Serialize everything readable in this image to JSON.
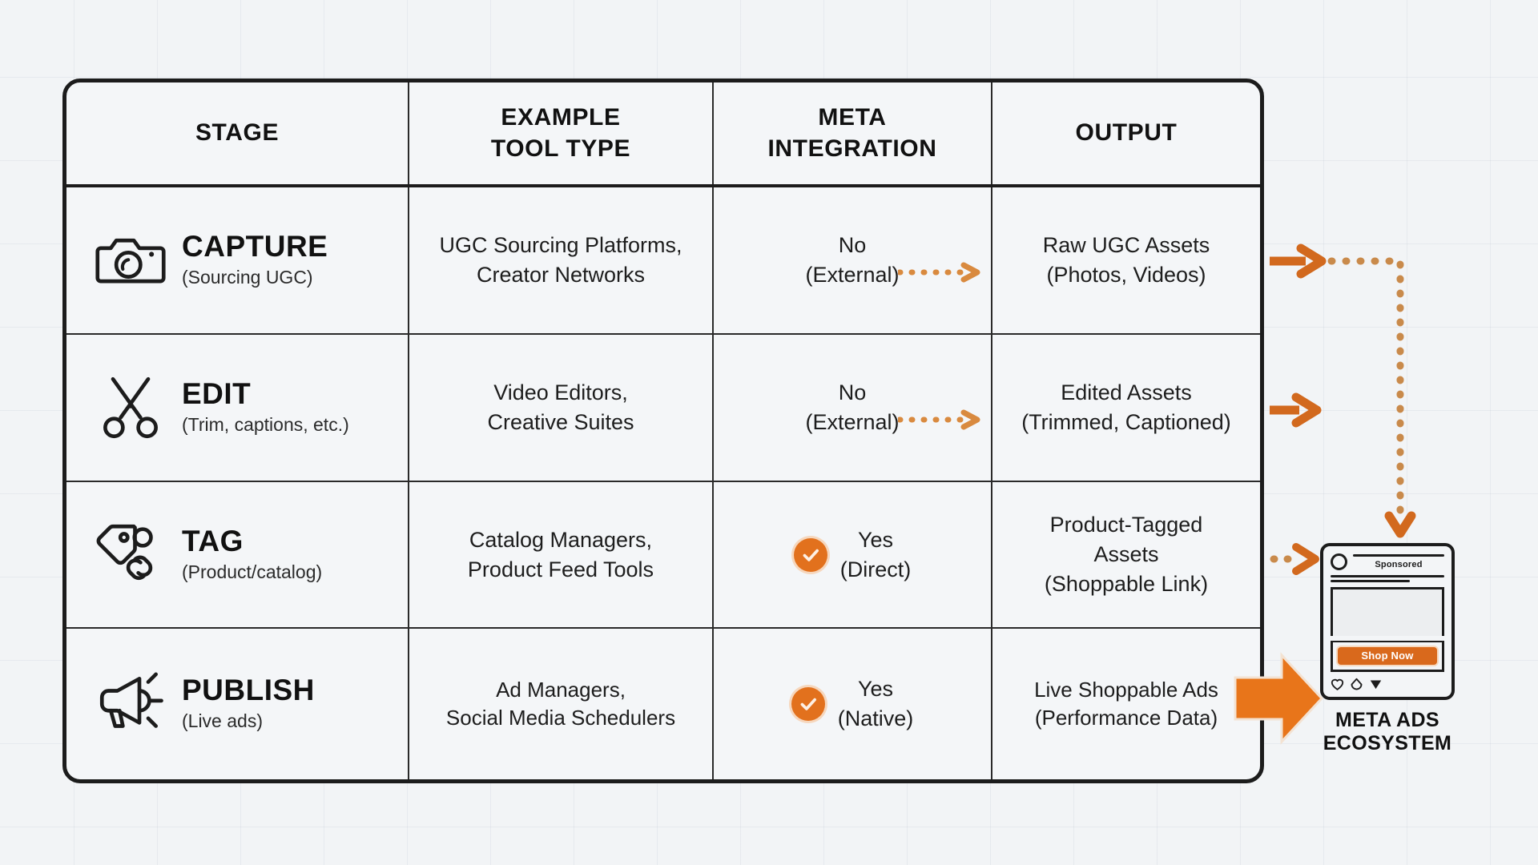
{
  "diagram": {
    "title_present": false,
    "accent_color": "#e2711d",
    "dotted_color": "#d98a3f",
    "ink_color": "#1c1c1c",
    "background": "#f2f4f6"
  },
  "table": {
    "headers": [
      {
        "id": "stage",
        "line1": "STAGE",
        "line2": ""
      },
      {
        "id": "tool",
        "line1": "EXAMPLE",
        "line2": "TOOL TYPE"
      },
      {
        "id": "meta",
        "line1": "META",
        "line2": "INTEGRATION"
      },
      {
        "id": "output",
        "line1": "OUTPUT",
        "line2": ""
      }
    ],
    "rows": [
      {
        "icon": "camera-icon",
        "stage_title": "CAPTURE",
        "stage_sub": "(Sourcing UGC)",
        "tool_line1": "UGC Sourcing Platforms,",
        "tool_line2": "Creator Networks",
        "meta_value": "No",
        "meta_detail": "(External)",
        "meta_has_check": false,
        "meta_arrow": "dotted-arrow-right",
        "output_line1": "Raw UGC Assets",
        "output_line2": "(Photos, Videos)",
        "output_line3": ""
      },
      {
        "icon": "scissors-icon",
        "stage_title": "EDIT",
        "stage_sub": "(Trim, captions, etc.)",
        "tool_line1": "Video Editors,",
        "tool_line2": "Creative Suites",
        "meta_value": "No",
        "meta_detail": "(External)",
        "meta_has_check": false,
        "meta_arrow": "dotted-arrow-right",
        "output_line1": "Edited Assets",
        "output_line2": "(Trimmed, Captioned)",
        "output_line3": ""
      },
      {
        "icon": "tag-link-icon",
        "stage_title": "TAG",
        "stage_sub": "(Product/catalog)",
        "tool_line1": "Catalog Managers,",
        "tool_line2": "Product Feed Tools",
        "meta_value": "Yes",
        "meta_detail": "(Direct)",
        "meta_has_check": true,
        "meta_arrow": "",
        "output_line1": "Product-Tagged",
        "output_line2": "Assets",
        "output_line3": "(Shoppable Link)"
      },
      {
        "icon": "megaphone-icon",
        "stage_title": "PUBLISH",
        "stage_sub": "(Live ads)",
        "tool_line1": "Ad Managers,",
        "tool_line2": "Social Media Schedulers",
        "meta_value": "Yes",
        "meta_detail": "(Native)",
        "meta_has_check": true,
        "meta_arrow": "",
        "output_line1": "Live Shoppable Ads",
        "output_line2": "(Performance Data)",
        "output_line3": ""
      }
    ]
  },
  "connectors": [
    {
      "id": "capture-out",
      "style": "solid-arrow-right",
      "note": "row 1 output to dotted path"
    },
    {
      "id": "capture-dotted-path",
      "style": "dotted-elbow-right-down",
      "note": "row 1 routes down to ecosystem"
    },
    {
      "id": "edit-out",
      "style": "solid-arrow-right",
      "note": "row 2 output"
    },
    {
      "id": "tag-out",
      "style": "dotted-arrow-right",
      "note": "row 3 output to ecosystem"
    },
    {
      "id": "publish-out",
      "style": "block-arrow-right",
      "note": "row 4 output to ecosystem"
    }
  ],
  "ecosystem": {
    "sponsored_label": "Sponsored",
    "cta_label": "Shop Now",
    "title_line1": "META ADS",
    "title_line2": "ECOSYSTEM",
    "action_icons": [
      "heart-icon",
      "comment-icon",
      "send-icon"
    ]
  }
}
